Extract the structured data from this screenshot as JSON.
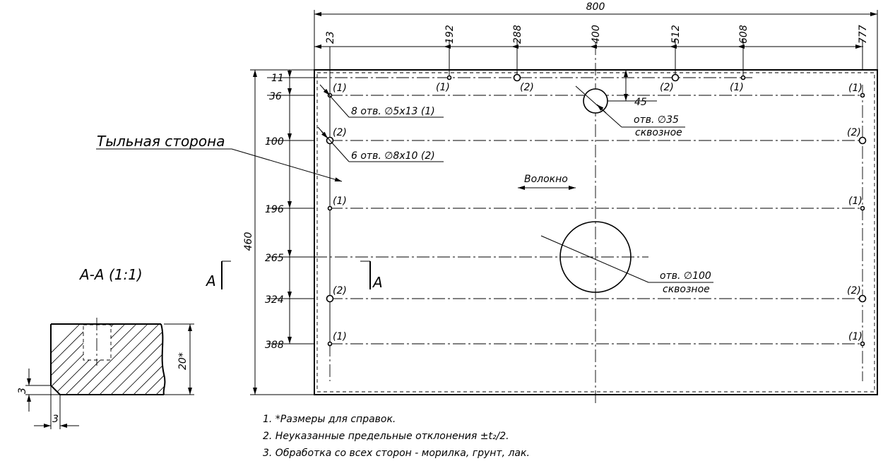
{
  "overall": {
    "width": "800",
    "height": "460"
  },
  "x_dims": [
    "23",
    "192",
    "288",
    "400",
    "512",
    "608",
    "777"
  ],
  "y_dims": [
    "11",
    "36",
    "100",
    "196",
    "265",
    "324",
    "388"
  ],
  "depth_45": "45",
  "hole_marks": {
    "small": "(1)",
    "large": "(2)"
  },
  "callouts": {
    "holes_1": "8 отв. ∅5х13 (1)",
    "holes_2": "6 отв. ∅8х10 (2)",
    "hole_35_line1": "отв. ∅35",
    "hole_35_line2": "сквозное",
    "hole_100_line1": "отв. ∅100",
    "hole_100_line2": "сквозное"
  },
  "back_side": "Тыльная сторона",
  "grain": "Волокно",
  "section": {
    "marker": "A",
    "title": "A-A (1:1)",
    "thickness": "20*",
    "chamfer_h": "3",
    "chamfer_w": "3"
  },
  "notes": [
    "1. *Размеры для справок.",
    "2. Неуказанные предельные отклонения ±t₂/2.",
    "3. Обработка со всех сторон - морилка, грунт, лак."
  ]
}
